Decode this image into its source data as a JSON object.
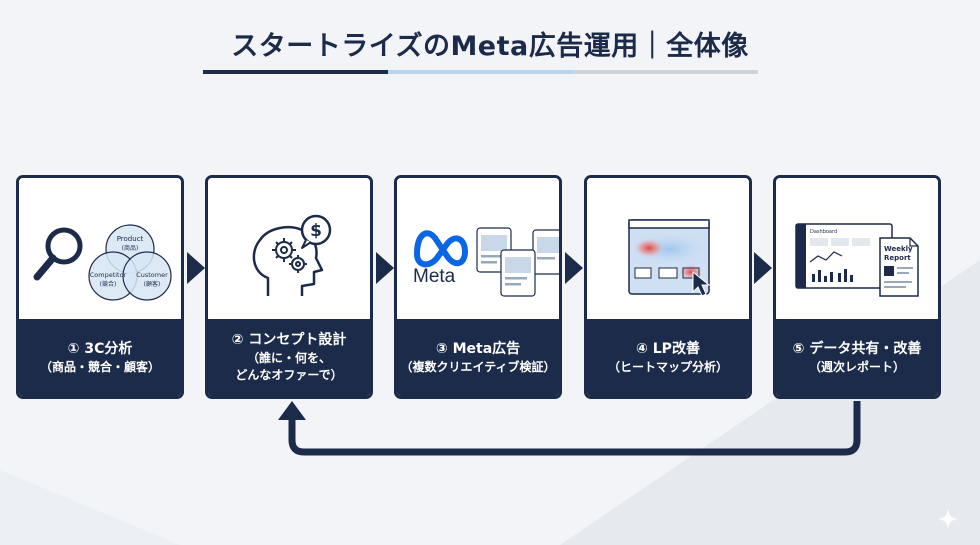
{
  "title": "スタートライズのMeta広告運用｜全体像",
  "colors": {
    "navy": "#1c2b4a",
    "underline_dark": "#1c2b4a",
    "underline_light": "#b9d3ea",
    "underline_gray": "#cfd4db",
    "red_heat": "#e0413a",
    "meta_blue": "#0a66e4"
  },
  "steps": [
    {
      "title": "① 3C分析",
      "sub": [
        "（商品・競合・顧客）"
      ],
      "icon": "magnifier-venn-icon",
      "venn": {
        "product": "Product",
        "product_jp": "(商品)",
        "competitor": "Competitor",
        "competitor_jp": "(競合)",
        "customer": "Customer",
        "customer_jp": "(顧客)"
      }
    },
    {
      "title": "② コンセプト設計",
      "sub": [
        "（誰に・何を、",
        "どんなオファーで）"
      ],
      "icon": "head-gears-dollar-icon"
    },
    {
      "title": "③ Meta広告",
      "sub": [
        "（複数クリエイティブ検証）"
      ],
      "icon": "meta-ads-icon",
      "meta_word": "Meta"
    },
    {
      "title": "④ LP改善",
      "sub": [
        "（ヒートマップ分析）"
      ],
      "icon": "heatmap-browser-icon"
    },
    {
      "title": "⑤ データ共有・改善",
      "sub": [
        "（週次レポート）"
      ],
      "icon": "dashboard-report-icon",
      "report": {
        "line1": "Weekly",
        "line2": "Report",
        "dash_label": "Dashboard"
      }
    }
  ]
}
